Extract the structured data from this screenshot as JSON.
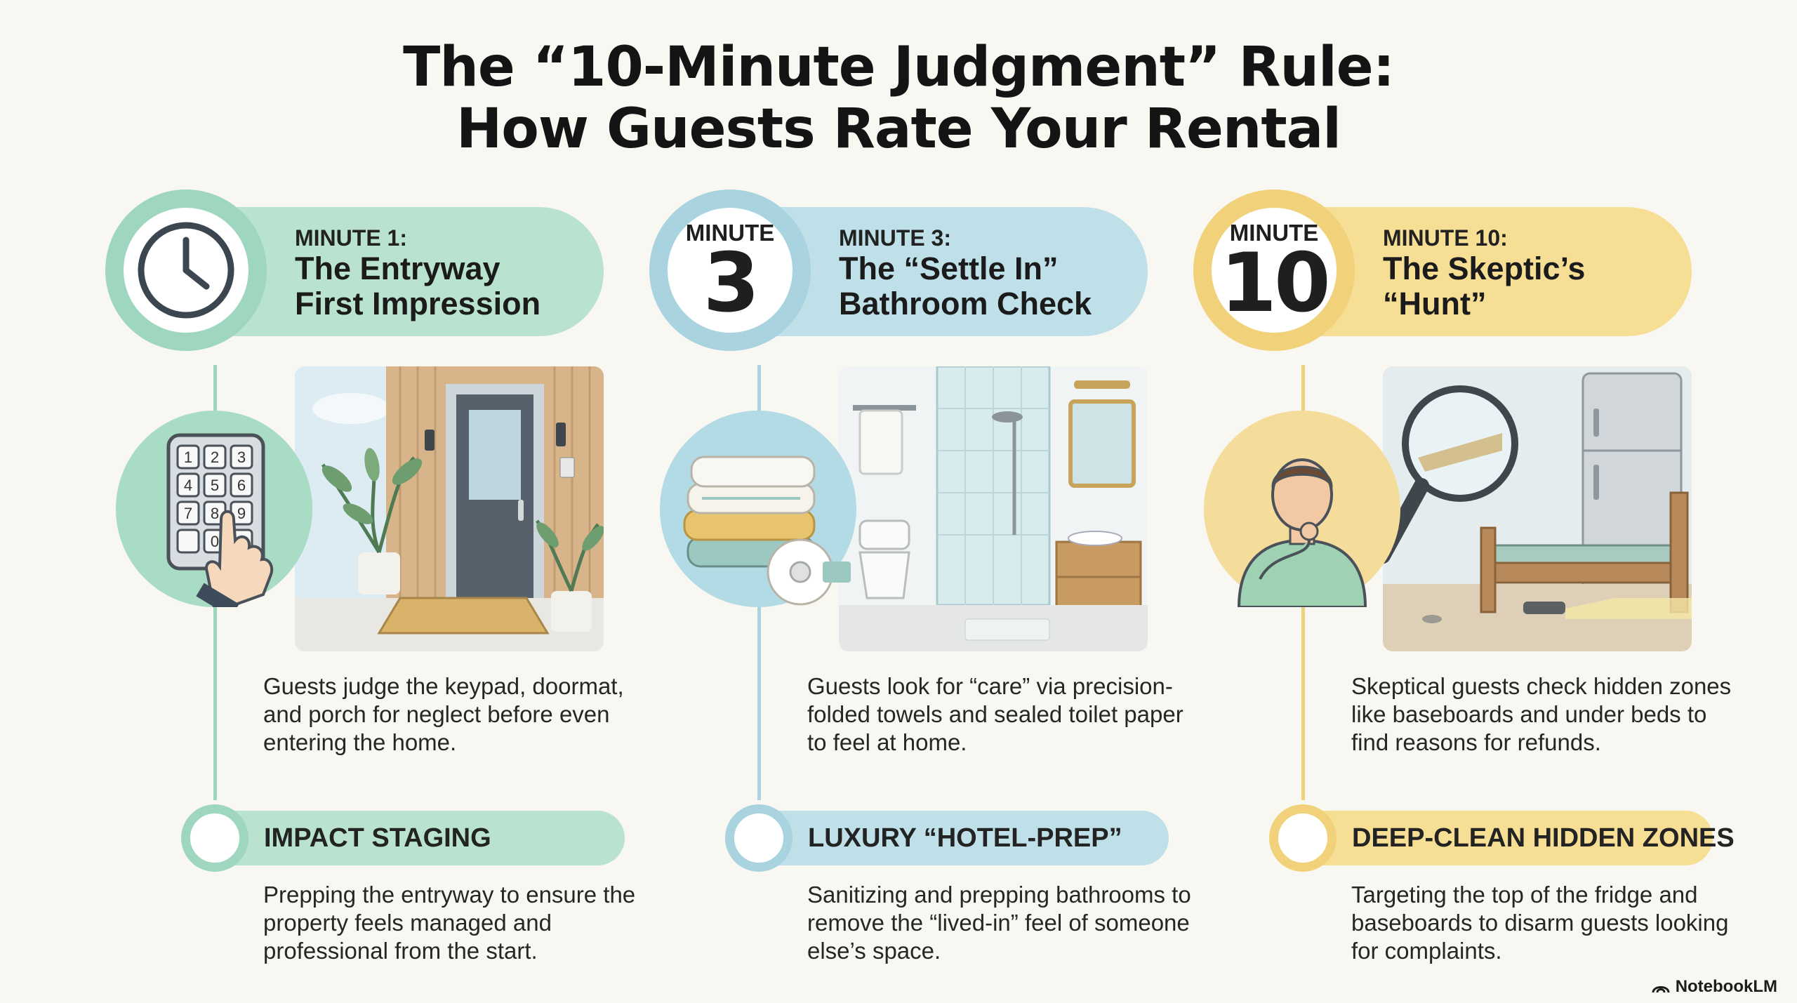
{
  "title": {
    "line1": "The “10-Minute Judgment” Rule:",
    "line2": "How Guests Rate Your Rental"
  },
  "columns": [
    {
      "accent": "#9fd6bf",
      "accent_dark": "#7cc6a7",
      "pill_bg": "#b9e3cf",
      "icon": "clock-icon",
      "medal_text": "",
      "medal_number": "",
      "heading_small": "MINUTE 1:",
      "heading_big_1": "The Entryway",
      "heading_big_2": "First Impression",
      "description": "Guests judge the keypad, doormat, and porch for neglect before even entering the home.",
      "impact_label": "IMPACT STAGING",
      "impact_description": "Prepping the entryway to ensure the property feels managed and professional from the start.",
      "keypad_keys": [
        "1",
        "2",
        "3",
        "4",
        "5",
        "6",
        "7",
        "8",
        "9",
        "",
        "0",
        ""
      ]
    },
    {
      "accent": "#a8d3df",
      "accent_dark": "#88c1d2",
      "pill_bg": "#bfe0e9",
      "icon": "",
      "medal_text": "MINUTE",
      "medal_number": "3",
      "heading_small": "MINUTE 3:",
      "heading_big_1": "The “Settle In”",
      "heading_big_2": "Bathroom Check",
      "description": "Guests look for “care” via precision-folded towels and sealed toilet paper to feel at home.",
      "impact_label": "LUXURY “HOTEL-PREP”",
      "impact_description": "Sanitizing and prepping bathrooms to remove the “lived-in” feel of someone else’s space."
    },
    {
      "accent": "#f1d27a",
      "accent_dark": "#ebc152",
      "pill_bg": "#f6de95",
      "icon": "",
      "medal_text": "MINUTE",
      "medal_number": "10",
      "heading_small": "MINUTE 10:",
      "heading_big_1": "The Skeptic’s",
      "heading_big_2": "“Hunt”",
      "description": "Skeptical guests check hidden zones like baseboards and under beds to find reasons for refunds.",
      "impact_label": "DEEP-CLEAN HIDDEN ZONES",
      "impact_description": "Targeting the top of the fridge and baseboards to disarm guests looking for complaints."
    }
  ],
  "brand": "NotebookLM"
}
